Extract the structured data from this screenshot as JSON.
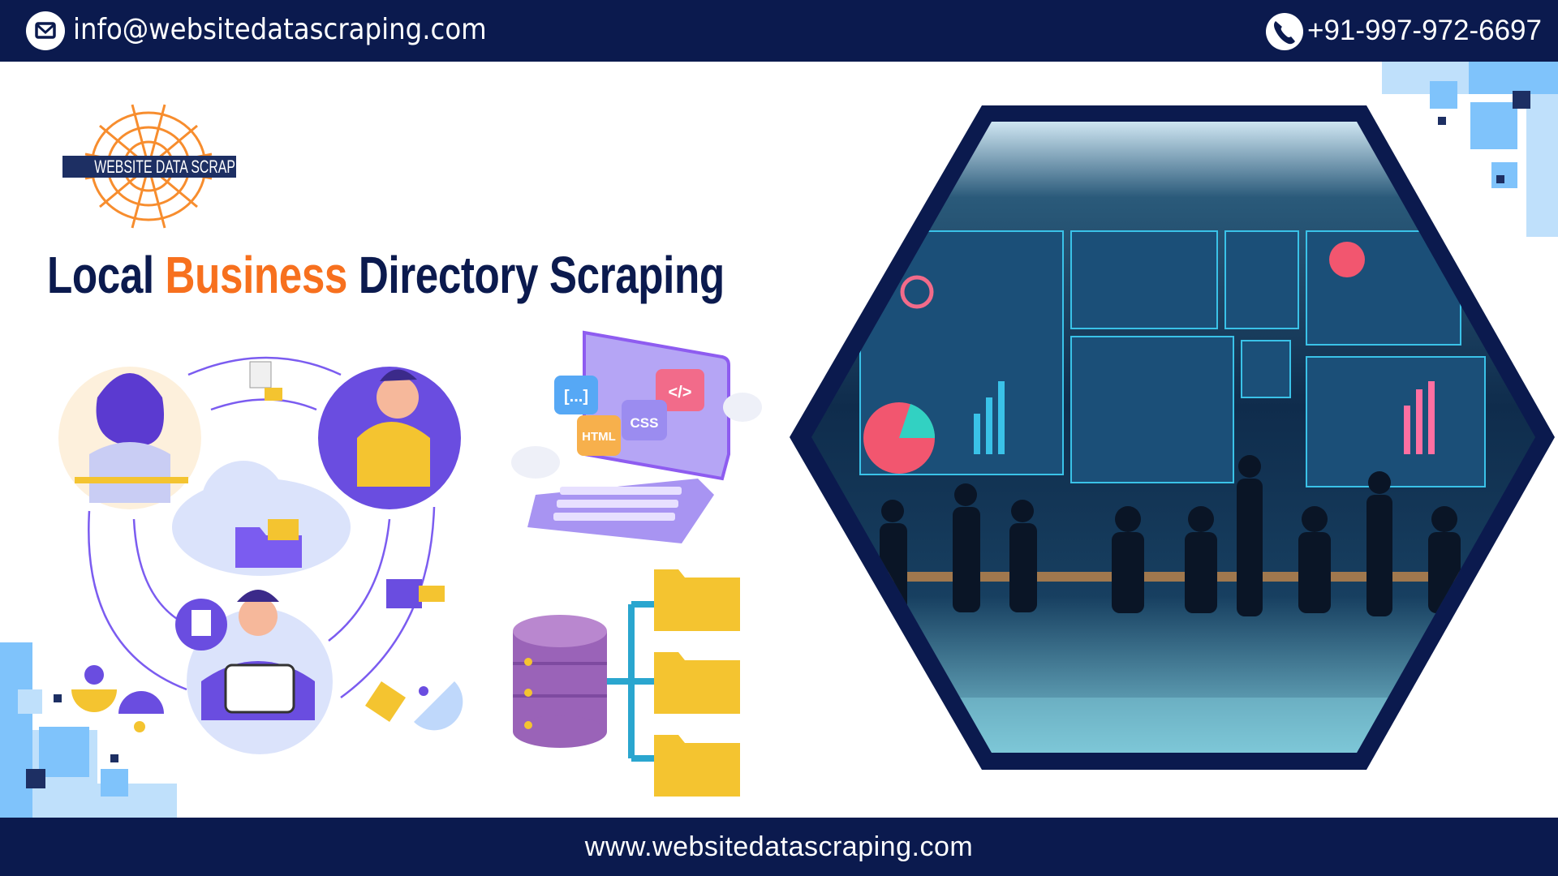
{
  "header": {
    "email": "info@websitedatascraping.com",
    "phone": "+91-997-972-6697",
    "email_icon": "envelope-icon",
    "phone_icon": "phone-icon"
  },
  "logo": {
    "text": "WEBSITE DATA SCRAPING"
  },
  "title": {
    "part1": "Local ",
    "highlight": "Business",
    "part2": " Directory Scraping"
  },
  "illustration": {
    "code_labels": {
      "brackets": "[...]",
      "code": "</>",
      "css": "CSS",
      "html": "HTML"
    }
  },
  "footer": {
    "website": "www.websitedatascraping.com"
  },
  "colors": {
    "navy": "#0b1a4e",
    "orange": "#f7701e",
    "purple": "#8e5cf0",
    "yellow": "#f4c430",
    "light_blue": "#7fc3fb"
  }
}
